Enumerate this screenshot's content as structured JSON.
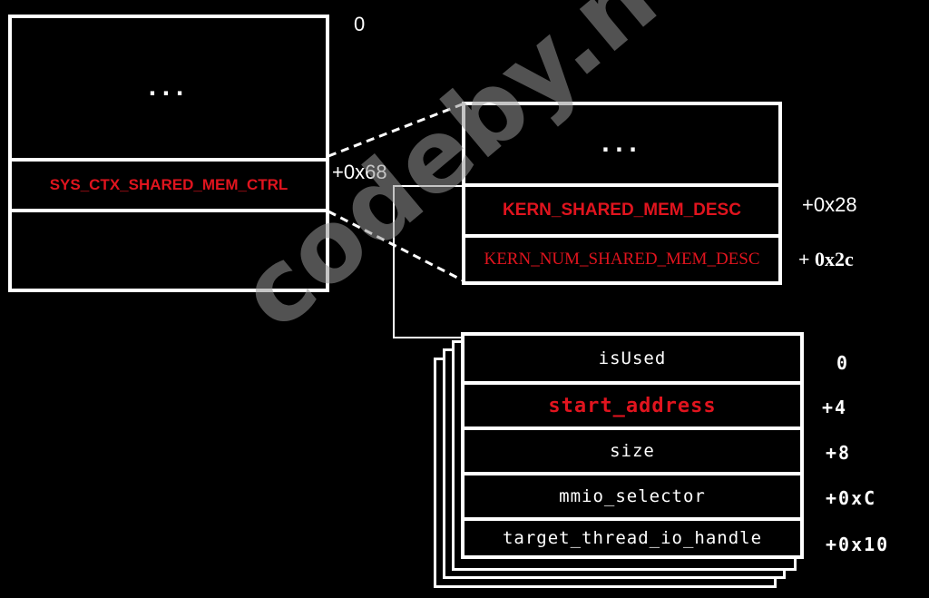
{
  "left_box": {
    "ellipsis": "...",
    "field_label": "SYS_CTX_SHARED_MEM_CTRL",
    "offset_top": "0",
    "offset_field": "+0x68"
  },
  "middle_box": {
    "ellipsis": "...",
    "field1_label": "KERN_SHARED_MEM_DESC",
    "field2_label": "KERN_NUM_SHARED_MEM_DESC",
    "offset_field1": "+0x28",
    "offset_field2": "+ 0x2c"
  },
  "struct_box": {
    "fields": [
      {
        "label": "isUsed",
        "offset": "0"
      },
      {
        "label": "start_address",
        "offset": "+4"
      },
      {
        "label": "size",
        "offset": "+8"
      },
      {
        "label": "mmio_selector",
        "offset": "+0xC"
      },
      {
        "label": "target_thread_io_handle",
        "offset": "+0x10"
      }
    ]
  },
  "watermark": "codeby.net",
  "colors": {
    "background": "#000000",
    "border": "#ffffff",
    "highlight": "#e0141e"
  }
}
